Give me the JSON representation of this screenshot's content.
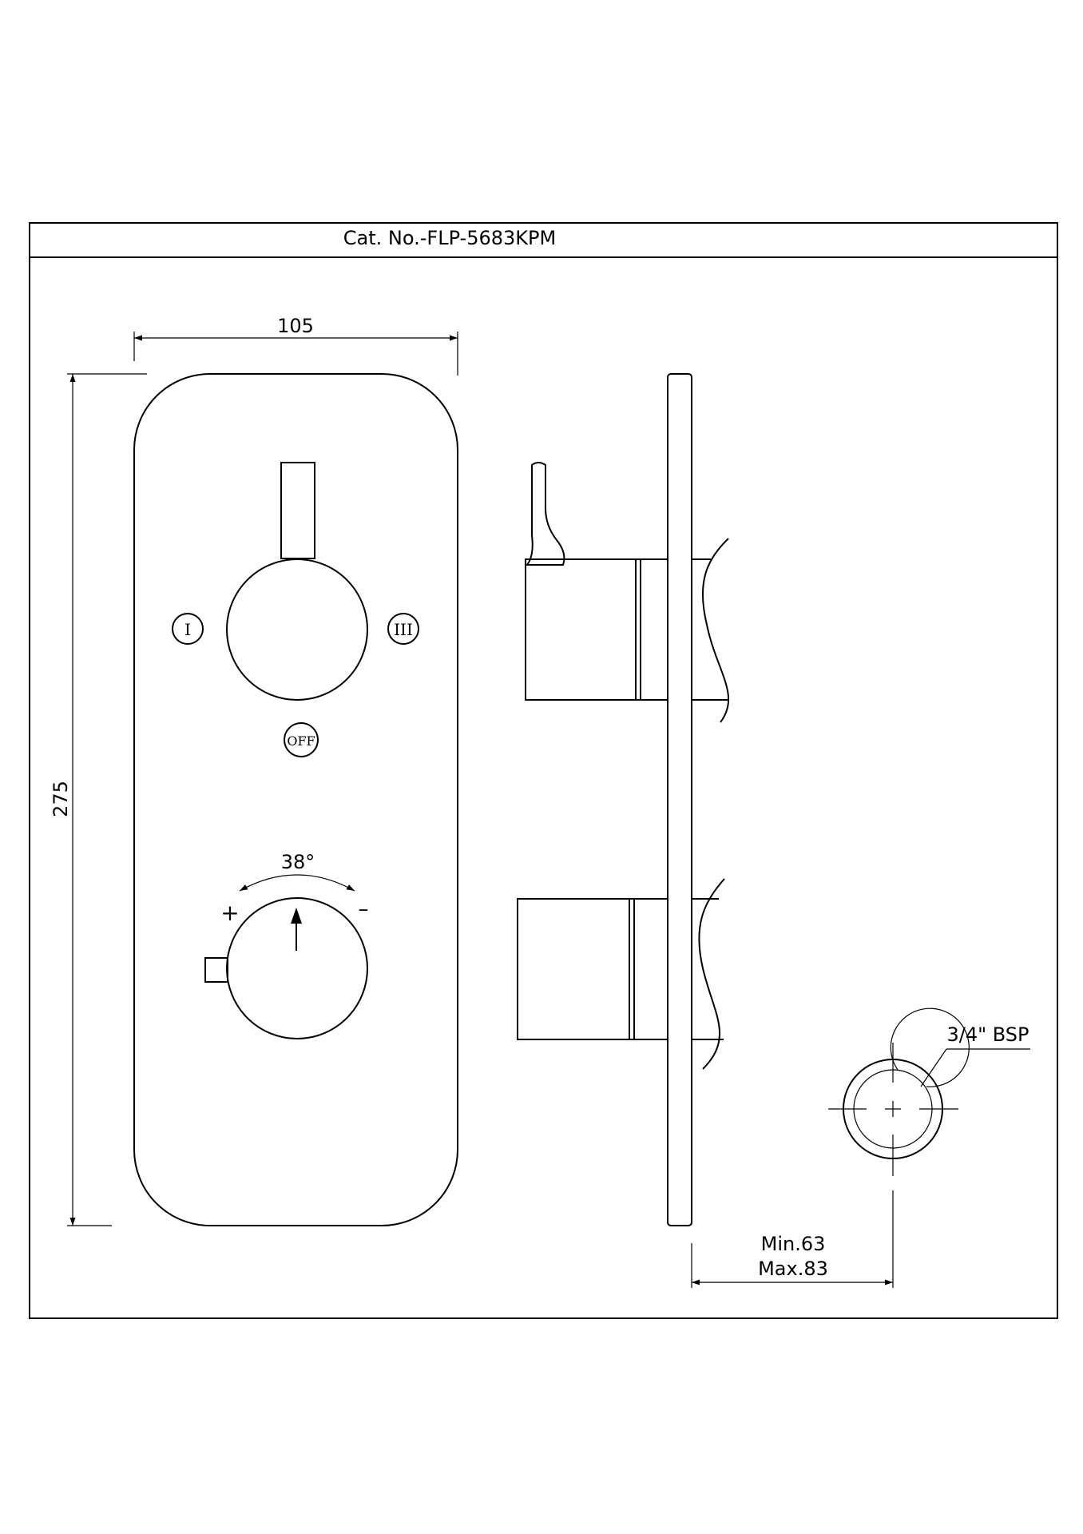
{
  "title": "Cat. No.-FLP-5683KPM",
  "dimensions": {
    "width": "105",
    "height": "275",
    "angle": "38°",
    "thread": "3/4\" BSP",
    "min": "Min.63",
    "max": "Max.83"
  },
  "markings": {
    "position_1": "I",
    "position_3": "III",
    "off": "OFF",
    "plus": "+",
    "minus": "–"
  }
}
